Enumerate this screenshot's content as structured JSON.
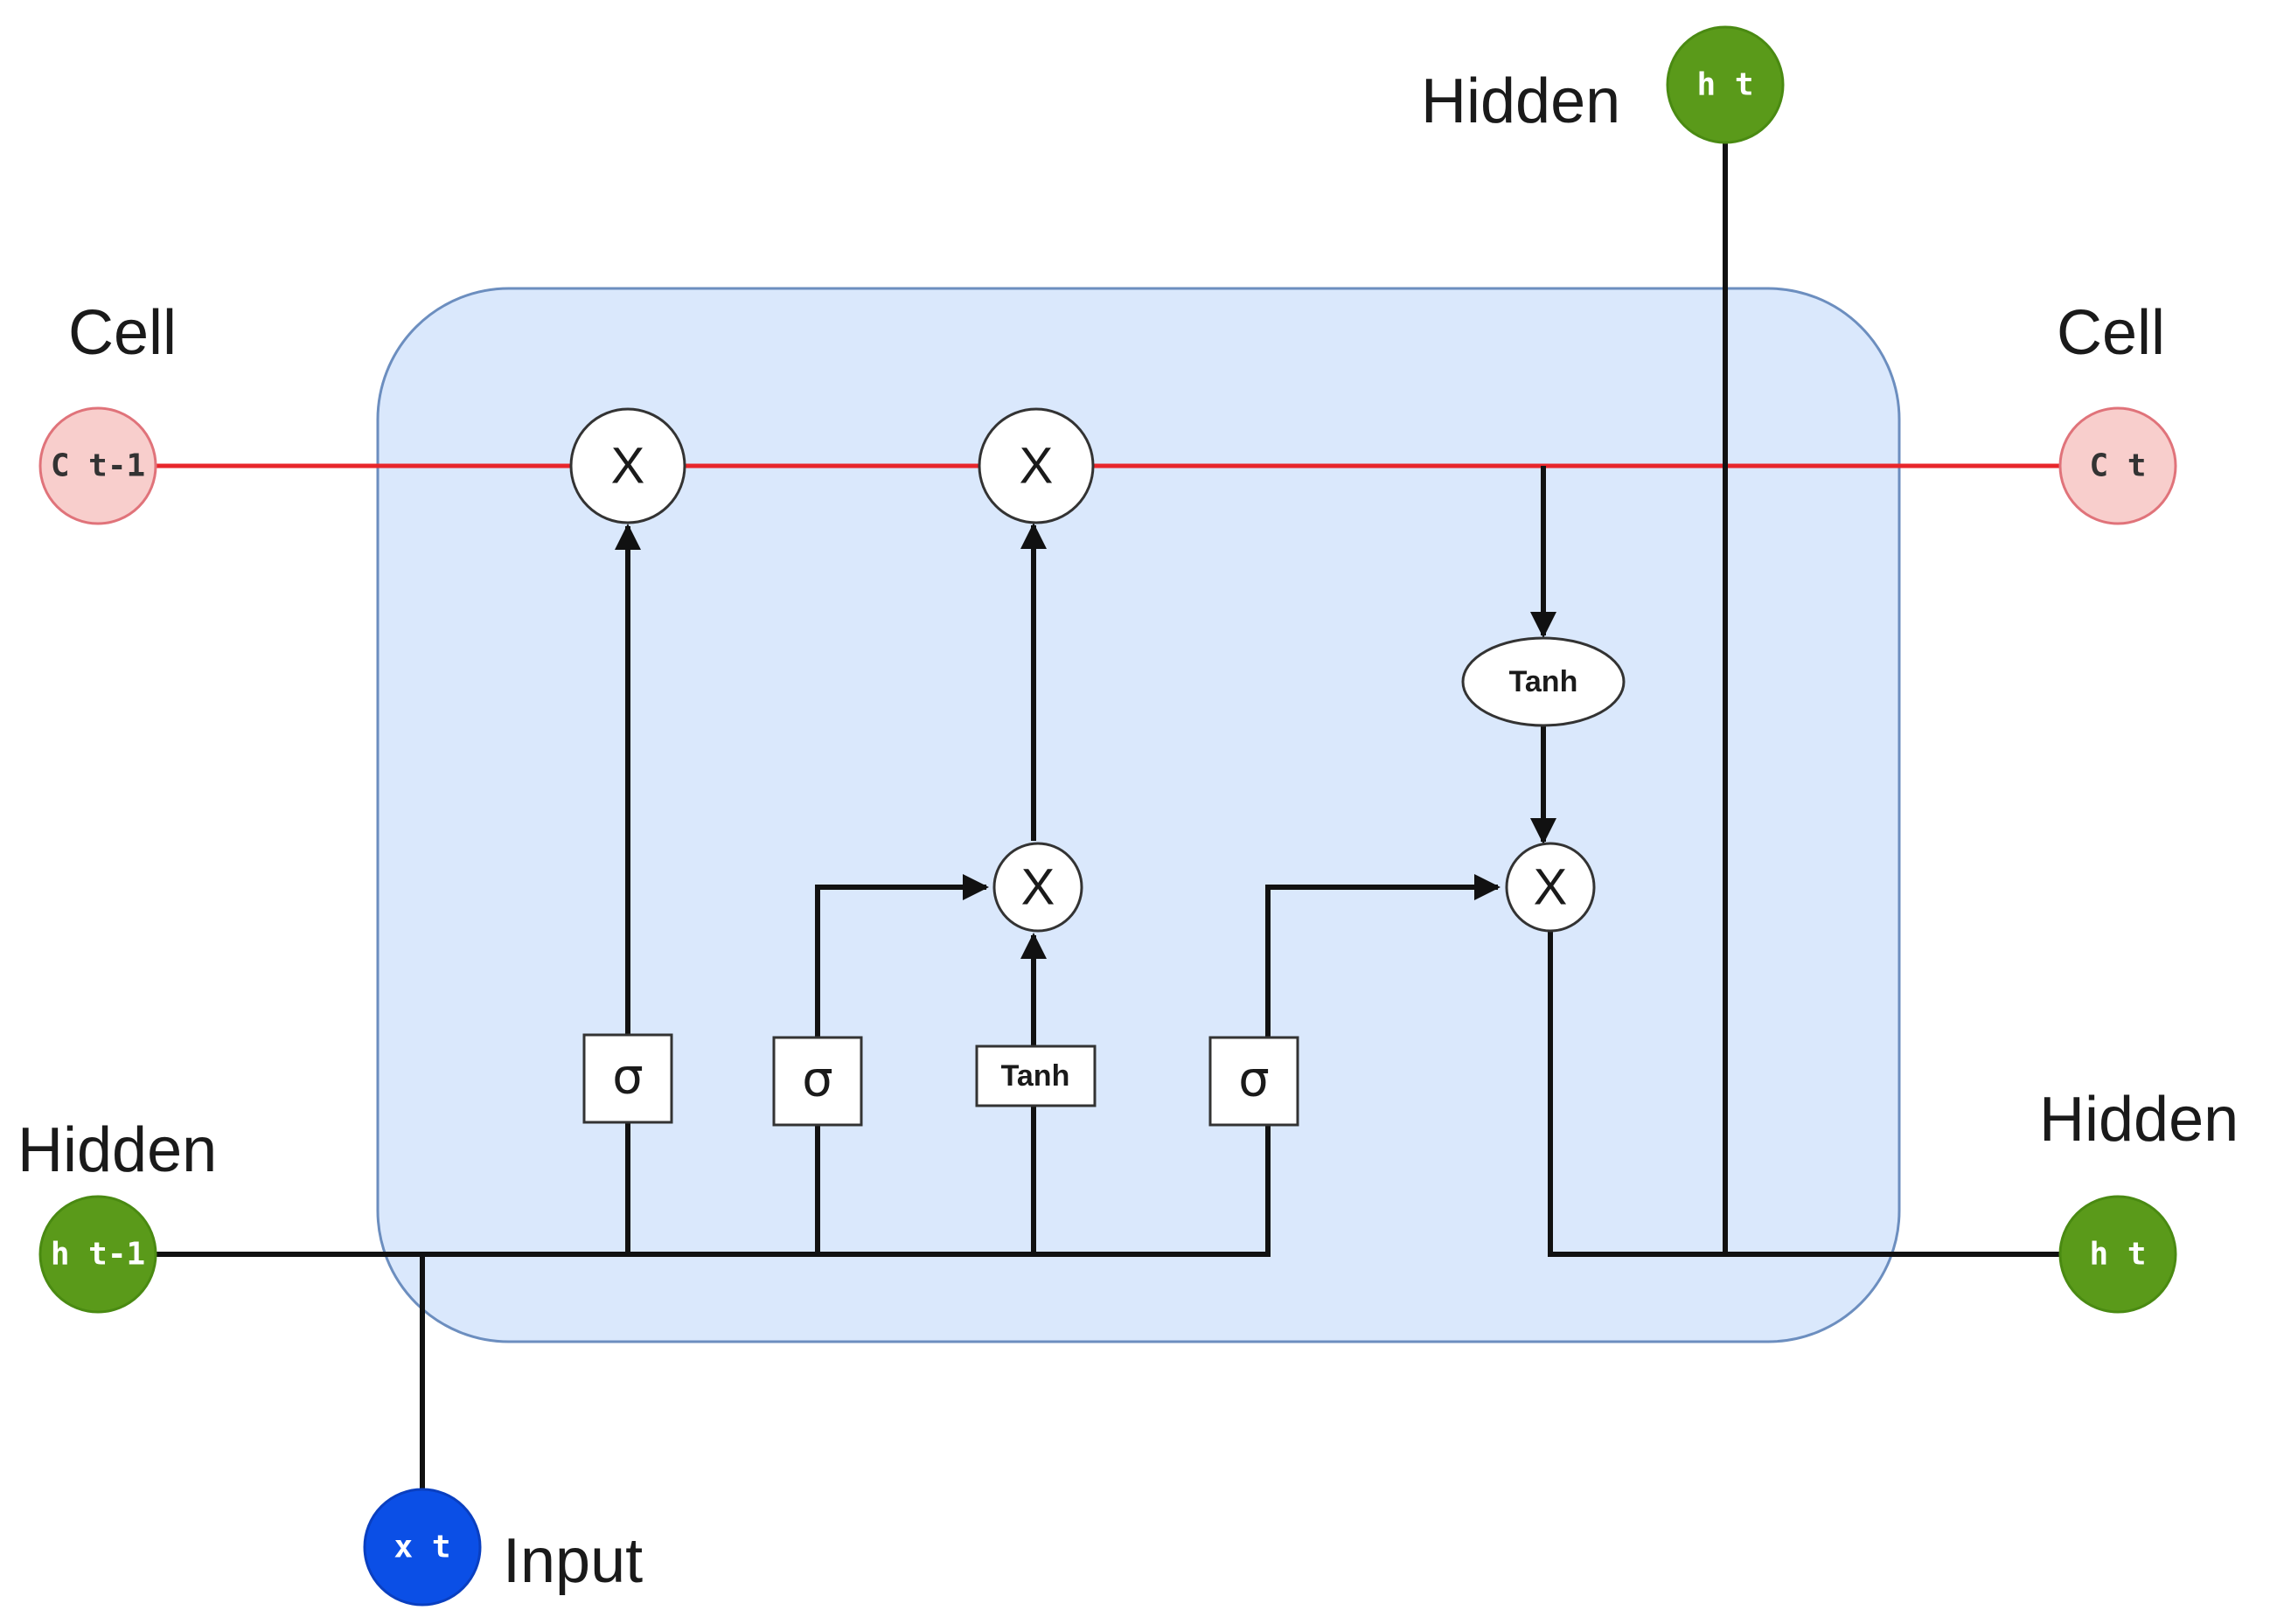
{
  "labels": {
    "cell_left": "Cell",
    "cell_right": "Cell",
    "hidden_left": "Hidden",
    "hidden_right": "Hidden",
    "hidden_top": "Hidden",
    "input": "Input"
  },
  "nodes": {
    "c_prev": "C t-1",
    "c_t": "C t",
    "h_prev": "h t-1",
    "h_t_right": "h t",
    "h_t_top": "h t",
    "x_t": "x t"
  },
  "operations": {
    "forget_multiply": "X",
    "cell_multiply": "X",
    "input_multiply": "X",
    "output_multiply": "X"
  },
  "gates": {
    "forget_gate": "σ",
    "input_gate": "σ",
    "candidate_gate": "Tanh",
    "output_gate": "σ",
    "cell_tanh": "Tanh"
  },
  "colors": {
    "cell_box_fill": "#dae8fc",
    "cell_box_stroke": "#6c8ebf",
    "cell_state_line": "#e8262b",
    "cell_node_fill": "#f8cecc",
    "cell_node_stroke": "#e0737a",
    "hidden_node_fill": "#5a9a1a",
    "input_node_fill": "#0b4fe6"
  }
}
